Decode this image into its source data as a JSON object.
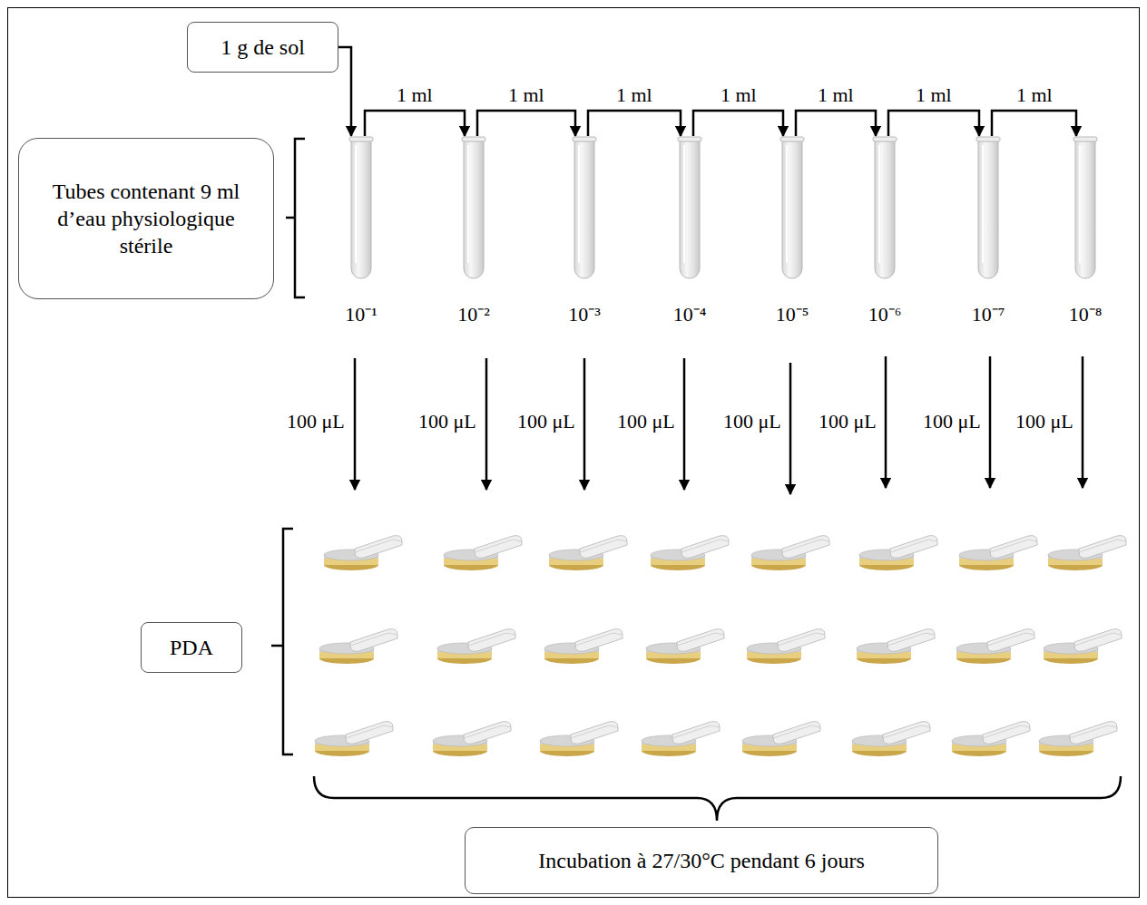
{
  "diagram": {
    "nodes": [
      {
        "text": [
          "1 g de sol"
        ]
      },
      {
        "text": [
          "Tubes contenant 9 ml d’eau physiologique stérile"
        ]
      },
      {
        "text": [
          "10⁻¹"
        ]
      },
      {
        "text": [
          "10⁻²"
        ]
      },
      {
        "text": [
          "10⁻³"
        ]
      },
      {
        "text": [
          "10⁻⁴"
        ]
      },
      {
        "text": [
          "10⁻⁵"
        ]
      },
      {
        "text": [
          "10⁻⁶"
        ]
      },
      {
        "text": [
          "10⁻⁷"
        ]
      },
      {
        "text": [
          "10⁻⁸"
        ]
      },
      {
        "text": [
          "PDA"
        ]
      },
      {
        "text": [
          "Incubation à 27/30°C pendant 6 jours"
        ]
      }
    ],
    "edges": [
      {
        "from": 0,
        "to": 2,
        "arrow": "to"
      },
      {
        "from": 2,
        "to": 3,
        "label": "1 ml",
        "arrow": "to"
      },
      {
        "from": 3,
        "to": 4,
        "label": "1 ml",
        "arrow": "to"
      },
      {
        "from": 4,
        "to": 5,
        "label": "1 ml",
        "arrow": "to"
      },
      {
        "from": 5,
        "to": 6,
        "label": "1 ml",
        "arrow": "to"
      },
      {
        "from": 6,
        "to": 7,
        "label": "1 ml",
        "arrow": "to"
      },
      {
        "from": 7,
        "to": 8,
        "label": "1 ml",
        "arrow": "to"
      },
      {
        "from": 8,
        "to": 9,
        "label": "1 ml",
        "arrow": "to"
      }
    ],
    "labels": [
      "100 μL",
      "100 μL",
      "100 μL",
      "100 μL",
      "100 μL",
      "100 μL",
      "100 μL",
      "100 μL"
    ]
  }
}
